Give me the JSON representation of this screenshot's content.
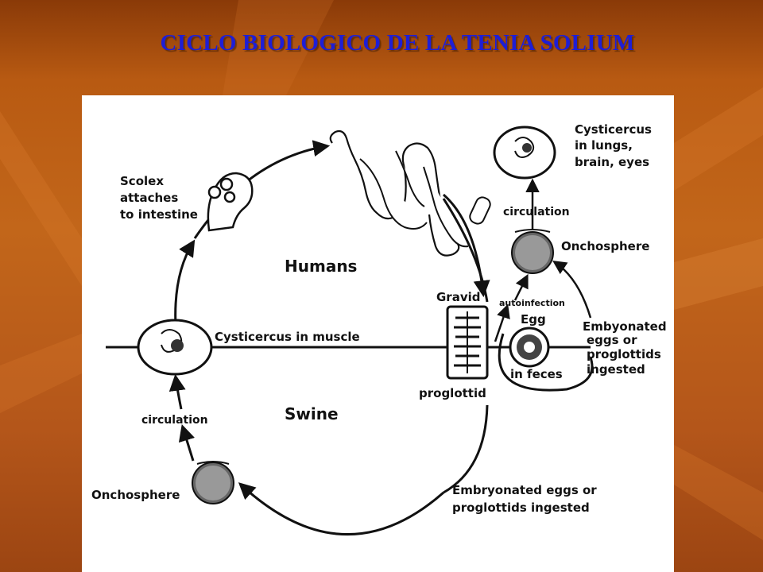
{
  "title": "CICLO BIOLOGICO DE LA TENIA SOLIUM",
  "diagram": {
    "labels": {
      "humans": "Humans",
      "swine": "Swine",
      "scolex": [
        "Scolex",
        "attaches",
        "to intestine"
      ],
      "cysticercus_muscle": "Cysticercus in muscle",
      "circulation_left": "circulation",
      "onchosphere_bottom": "Onchosphere",
      "embryonated_bottom": [
        "Embryonated eggs or",
        "proglottids ingested"
      ],
      "gravid": "Gravid",
      "proglottid": "proglottid",
      "autoinfection": "autoinfection",
      "egg": "Egg",
      "in_feces": "in feces",
      "embryonated_right": [
        "Embyonated",
        "eggs or",
        "proglottids",
        "ingested"
      ],
      "onchosphere_right": "Onchosphere",
      "circulation_right": "circulation",
      "cysticercus_organs": [
        "Cysticercus",
        "in lungs,",
        "brain, eyes"
      ]
    },
    "colors": {
      "title": "#1e1ed6",
      "ink": "#111111",
      "panel": "#ffffff"
    }
  }
}
